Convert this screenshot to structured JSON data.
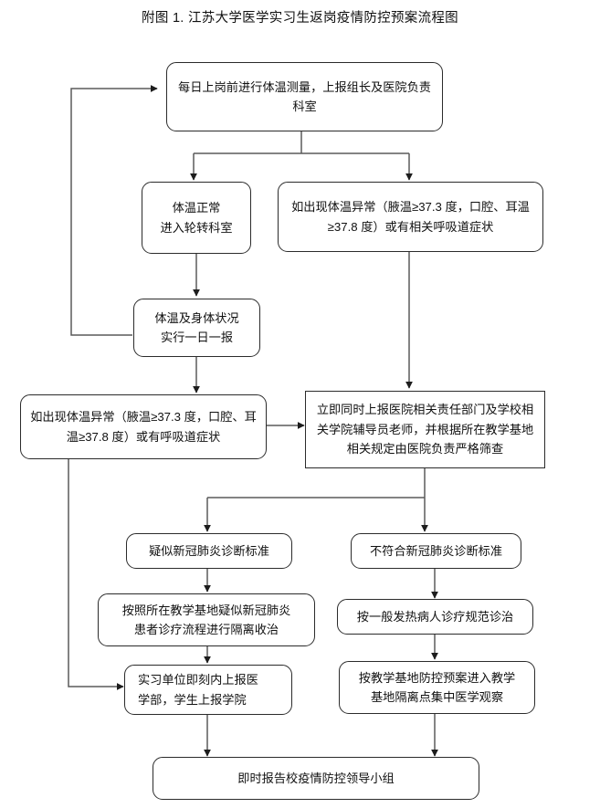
{
  "figure": {
    "title": "附图 1. 江苏大学医学实习生返岗疫情防控预案流程图",
    "type": "flowchart",
    "language": "zh-CN",
    "line_color": "#2b2b2b",
    "box_fill": "#ffffff",
    "background": "#ffffff"
  },
  "nodes": {
    "daily_check": {
      "label": "每日上岗前进行体温测量，上报组长及医院负责科室",
      "shape": "rounded-rectangle"
    },
    "temp_normal": {
      "label": "体温正常\n进入轮转科室",
      "line1": "体温正常",
      "line2": "进入轮转科室",
      "shape": "rounded-rectangle"
    },
    "temp_abnormal_top": {
      "label": "如出现体温异常（腋温≥37.3 度，口腔、耳温≥37.8 度）或有相关呼吸道症状",
      "shape": "rounded-rectangle"
    },
    "daily_report": {
      "line1": "体温及身体状况",
      "line2": "实行一日一报",
      "shape": "rounded-rectangle"
    },
    "temp_abnormal_mid": {
      "label": "如出现体温异常（腋温≥37.3 度，口腔、耳温≥37.8 度）或有呼吸道症状",
      "shape": "rounded-rectangle"
    },
    "report_immediately": {
      "label": "立即同时上报医院相关责任部门及学校相关学院辅导员老师，并根据所在教学基地相关规定由医院负责严格筛查",
      "shape": "rectangle"
    },
    "suspected_criteria": {
      "label": "疑似新冠肺炎诊断标准",
      "shape": "rounded-rectangle"
    },
    "not_meeting_criteria": {
      "label": "不符合新冠肺炎诊断标准",
      "shape": "rounded-rectangle"
    },
    "isolation_treatment": {
      "line1": "按照所在教学基地疑似新冠肺炎",
      "line2": "患者诊疗流程进行隔离收治",
      "shape": "rounded-rectangle"
    },
    "fever_standard_care": {
      "label": "按一般发热病人诊疗规范诊治",
      "shape": "rounded-rectangle"
    },
    "unit_reports": {
      "line1": "实习单位即刻内上报医",
      "line2": "学部，学生上报学院",
      "shape": "rounded-rectangle"
    },
    "base_observation": {
      "line1": "按教学基地防控预案进入教学",
      "line2": "基地隔离点集中医学观察",
      "shape": "rounded-rectangle"
    },
    "report_school_group": {
      "label": "即时报告校疫情防控领导小组",
      "shape": "rounded-rectangle"
    }
  },
  "edges": [
    {
      "from": "daily_check",
      "to": "temp_normal",
      "style": "split-down-left"
    },
    {
      "from": "daily_check",
      "to": "temp_abnormal_top",
      "style": "split-down-right"
    },
    {
      "from": "temp_normal",
      "to": "daily_report",
      "style": "straight-down"
    },
    {
      "from": "daily_report",
      "to": "daily_check",
      "style": "feedback-loop-left"
    },
    {
      "from": "daily_report",
      "to": "temp_abnormal_mid",
      "style": "straight-down"
    },
    {
      "from": "temp_abnormal_top",
      "to": "report_immediately",
      "style": "straight-down"
    },
    {
      "from": "temp_abnormal_mid",
      "to": "report_immediately",
      "style": "straight-right"
    },
    {
      "from": "temp_abnormal_mid",
      "to": "unit_reports",
      "style": "left-down-right"
    },
    {
      "from": "report_immediately",
      "to": "suspected_criteria",
      "style": "split-down-left"
    },
    {
      "from": "report_immediately",
      "to": "not_meeting_criteria",
      "style": "split-down-right"
    },
    {
      "from": "suspected_criteria",
      "to": "isolation_treatment",
      "style": "straight-down"
    },
    {
      "from": "isolation_treatment",
      "to": "unit_reports",
      "style": "straight-down"
    },
    {
      "from": "not_meeting_criteria",
      "to": "fever_standard_care",
      "style": "straight-down"
    },
    {
      "from": "fever_standard_care",
      "to": "base_observation",
      "style": "straight-down"
    },
    {
      "from": "unit_reports",
      "to": "report_school_group",
      "style": "straight-down"
    },
    {
      "from": "base_observation",
      "to": "report_school_group",
      "style": "straight-down"
    }
  ]
}
